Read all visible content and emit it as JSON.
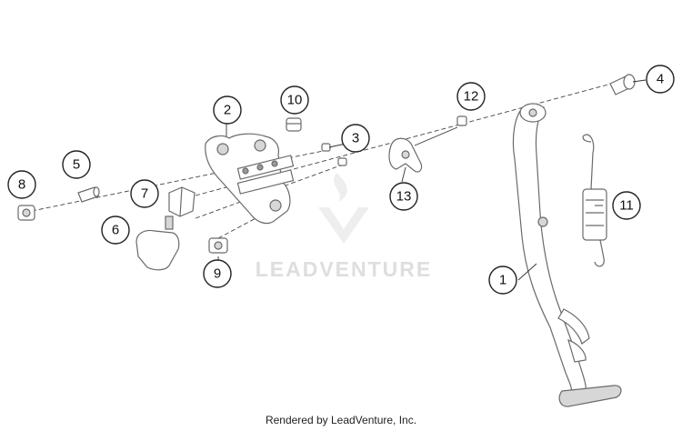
{
  "callouts": [
    {
      "id": "1",
      "label": "1"
    },
    {
      "id": "2",
      "label": "2"
    },
    {
      "id": "3",
      "label": "3"
    },
    {
      "id": "4",
      "label": "4"
    },
    {
      "id": "5",
      "label": "5"
    },
    {
      "id": "6",
      "label": "6"
    },
    {
      "id": "7",
      "label": "7"
    },
    {
      "id": "8",
      "label": "8"
    },
    {
      "id": "9",
      "label": "9"
    },
    {
      "id": "10",
      "label": "10"
    },
    {
      "id": "11",
      "label": "11"
    },
    {
      "id": "12",
      "label": "12"
    },
    {
      "id": "13",
      "label": "13"
    }
  ],
  "watermark": "LEADVENTURE",
  "footer": "Rendered by LeadVenture, Inc."
}
